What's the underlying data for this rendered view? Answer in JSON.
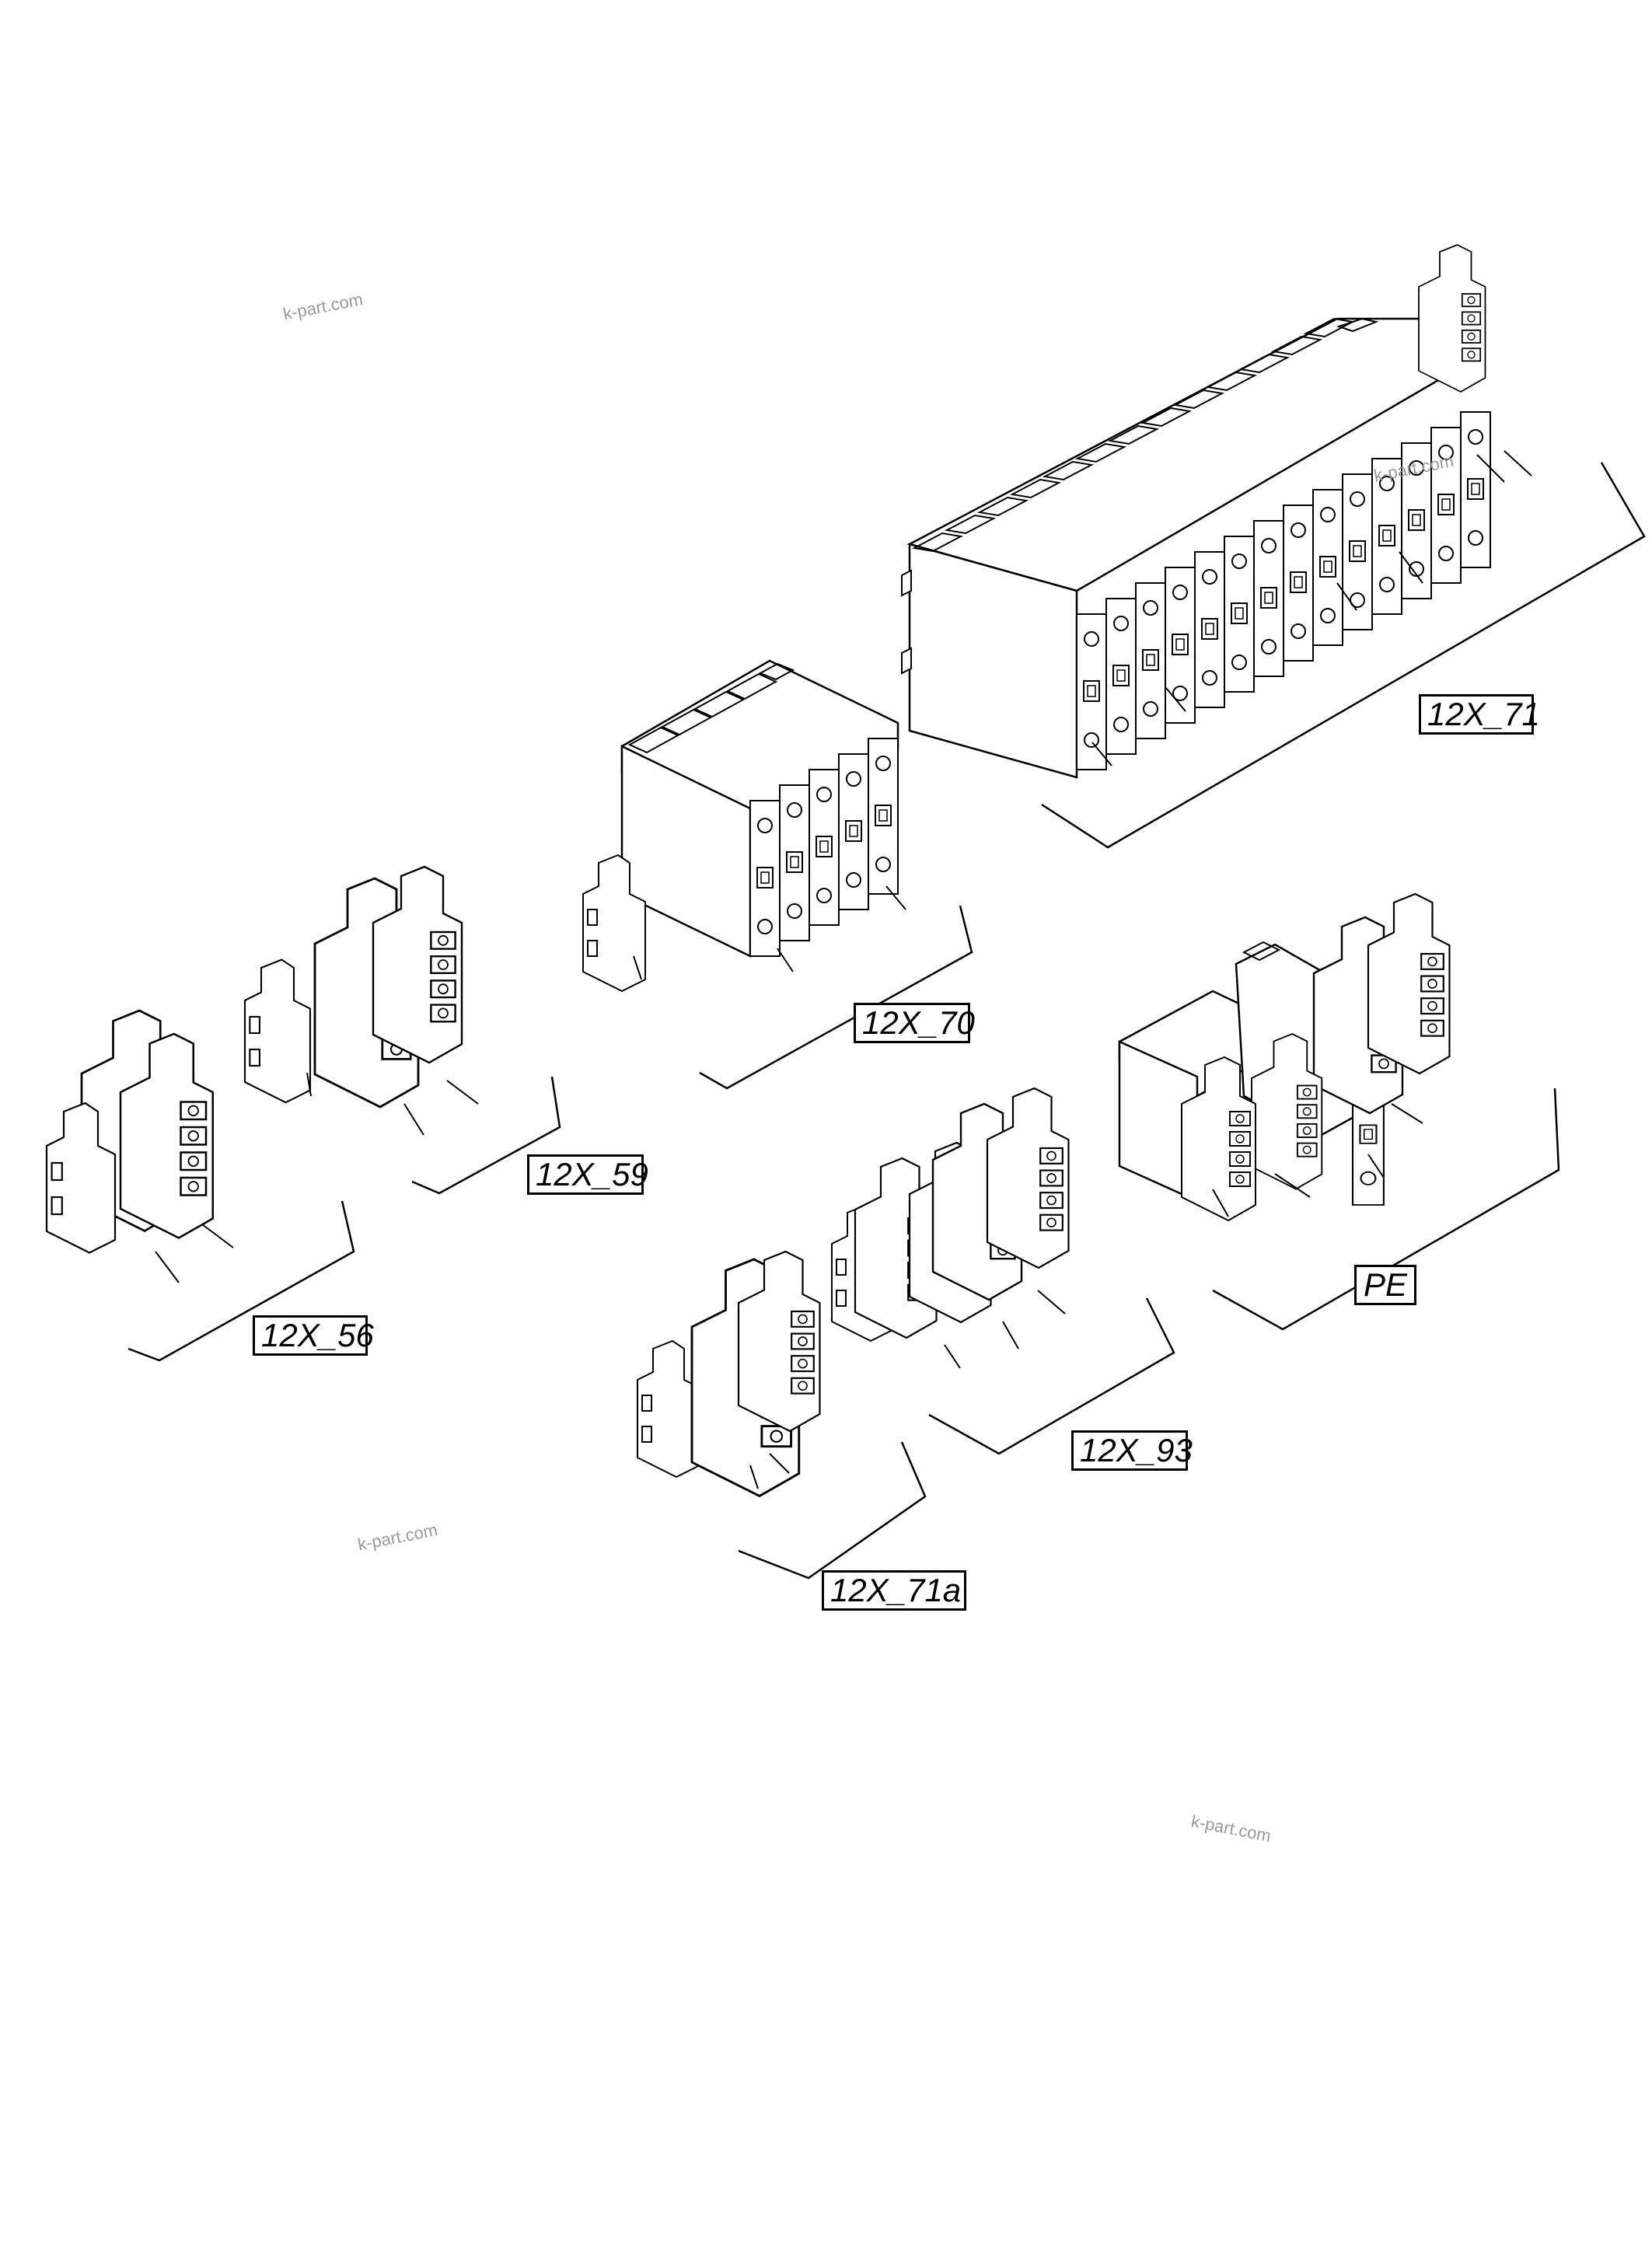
{
  "groups": [
    {
      "id": "12X_71",
      "label": "12X_71"
    },
    {
      "id": "12X_70",
      "label": "12X_70"
    },
    {
      "id": "12X_59",
      "label": "12X_59"
    },
    {
      "id": "12X_56",
      "label": "12X_56"
    },
    {
      "id": "PE",
      "label": "PE"
    },
    {
      "id": "12X_93",
      "label": "12X_93"
    },
    {
      "id": "12X_71a",
      "label": "12X_71a"
    }
  ],
  "watermarks": [
    "k-part.com",
    "k-part.com",
    "k-part.com",
    "k-part.com"
  ],
  "colors": {
    "line": "#000000",
    "background": "#ffffff",
    "watermark": "#9a9a9a"
  }
}
